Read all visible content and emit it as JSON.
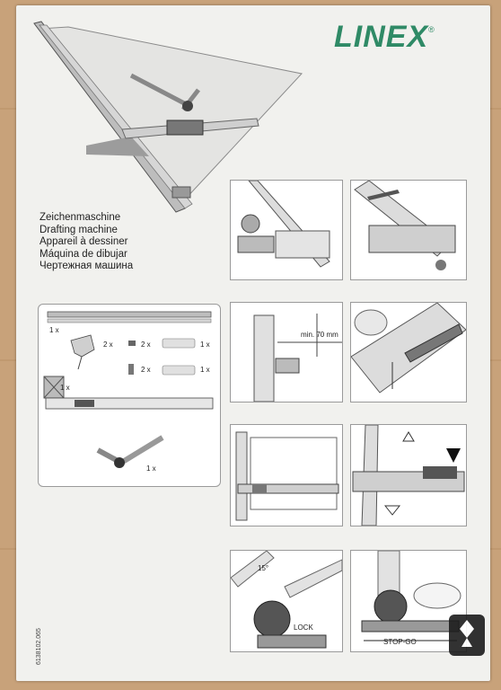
{
  "brand": {
    "logo": "LINEX",
    "registered": "®"
  },
  "titles": [
    "Zeichenmaschine",
    "Drafting machine",
    "Appareil à dessiner",
    "Máquina de dibujar",
    "Чертежная машина"
  ],
  "parts": {
    "rail_qty": "1 x",
    "bracket_qty": "2 x",
    "nut_qty": "2 x",
    "clip_qty": "1 x",
    "screw_qty": "2 x",
    "clip2_qty": "1 x",
    "slider_qty": "1 x",
    "head_qty": "1 x"
  },
  "steps": {
    "measure_label": "min. 70 mm",
    "angle_label": "15°",
    "lock_label": "LOCK",
    "stop_go_label": "STOP-GO"
  },
  "document_number": "6138102.065",
  "colors": {
    "brand": "#2f8a66",
    "paper": "#f1f1ee",
    "wood": "#c8a27a"
  }
}
